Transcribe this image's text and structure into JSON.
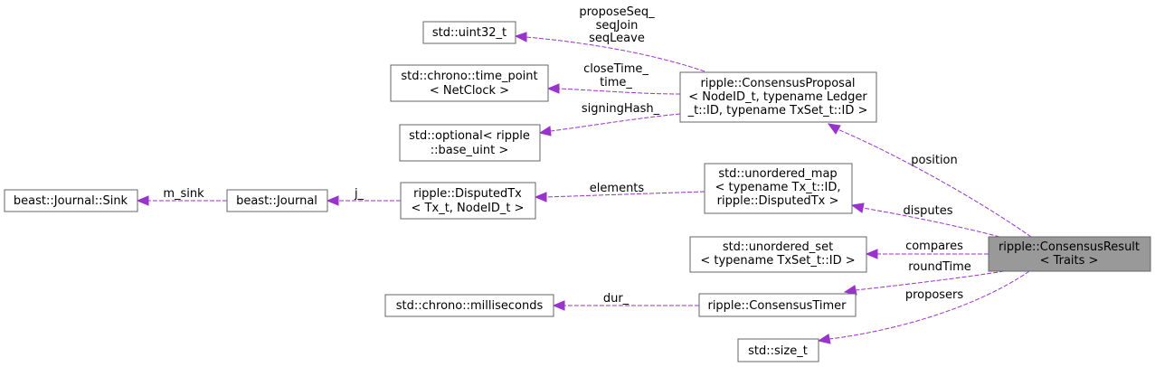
{
  "diagram": {
    "colors": {
      "edge": "#9a32cd",
      "node_border": "#666666",
      "node_fill": "#ffffff",
      "focus_fill": "#999999"
    },
    "nodes": {
      "uint32": {
        "lines": [
          "std::uint32_t"
        ]
      },
      "time_point": {
        "lines": [
          "std::chrono::time_point",
          "< NetClock >"
        ]
      },
      "optional": {
        "lines": [
          "std::optional< ripple",
          "::base_uint >"
        ]
      },
      "proposal": {
        "lines": [
          "ripple::ConsensusProposal",
          "< NodeID_t, typename Ledger",
          "_t::ID, typename TxSet_t::ID >"
        ]
      },
      "sink": {
        "lines": [
          "beast::Journal::Sink"
        ]
      },
      "journal": {
        "lines": [
          "beast::Journal"
        ]
      },
      "disputedtx": {
        "lines": [
          "ripple::DisputedTx",
          "< Tx_t, NodeID_t >"
        ]
      },
      "umap": {
        "lines": [
          "std::unordered_map",
          "< typename Tx_t::ID,",
          "ripple::DisputedTx >"
        ]
      },
      "uset": {
        "lines": [
          "std::unordered_set",
          "< typename TxSet_t::ID >"
        ]
      },
      "result": {
        "lines": [
          "ripple::ConsensusResult",
          "< Traits >"
        ]
      },
      "milliseconds": {
        "lines": [
          "std::chrono::milliseconds"
        ]
      },
      "timer": {
        "lines": [
          "ripple::ConsensusTimer"
        ]
      },
      "size_t": {
        "lines": [
          "std::size_t"
        ]
      }
    },
    "edges": {
      "propose": {
        "lines": [
          "proposeSeq_",
          "seqJoin",
          "seqLeave"
        ]
      },
      "close": {
        "lines": [
          "closeTime_",
          "time_"
        ]
      },
      "signing": {
        "lines": [
          "signingHash_"
        ]
      },
      "msink": {
        "lines": [
          "m_sink"
        ]
      },
      "j": {
        "lines": [
          "j_"
        ]
      },
      "elements": {
        "lines": [
          "elements"
        ]
      },
      "position": {
        "lines": [
          "position"
        ]
      },
      "disputes": {
        "lines": [
          "disputes"
        ]
      },
      "compares": {
        "lines": [
          "compares"
        ]
      },
      "round": {
        "lines": [
          "roundTime"
        ]
      },
      "dur": {
        "lines": [
          "dur_"
        ]
      },
      "proposers": {
        "lines": [
          "proposers"
        ]
      }
    }
  }
}
